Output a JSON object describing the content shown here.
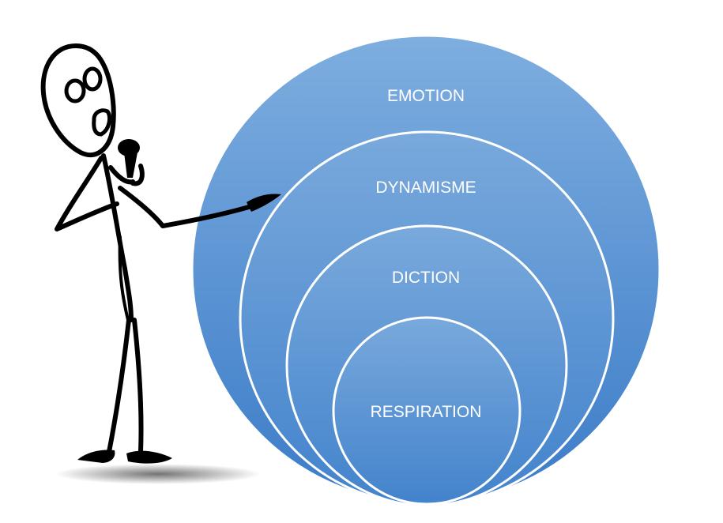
{
  "diagram": {
    "type": "nested-circles",
    "colors": {
      "circle_fill_top": "#7aaadd",
      "circle_fill_bottom": "#3f7fca",
      "circle_edge": "#ffffff",
      "label": "#ffffff",
      "figure": "#000000"
    },
    "levels": [
      {
        "label": "EMOTION"
      },
      {
        "label": "DYNAMISME"
      },
      {
        "label": "DICTION"
      },
      {
        "label": "RESPIRATION"
      }
    ]
  },
  "figure": {
    "icon": "stick-figure-speaker-icon"
  }
}
